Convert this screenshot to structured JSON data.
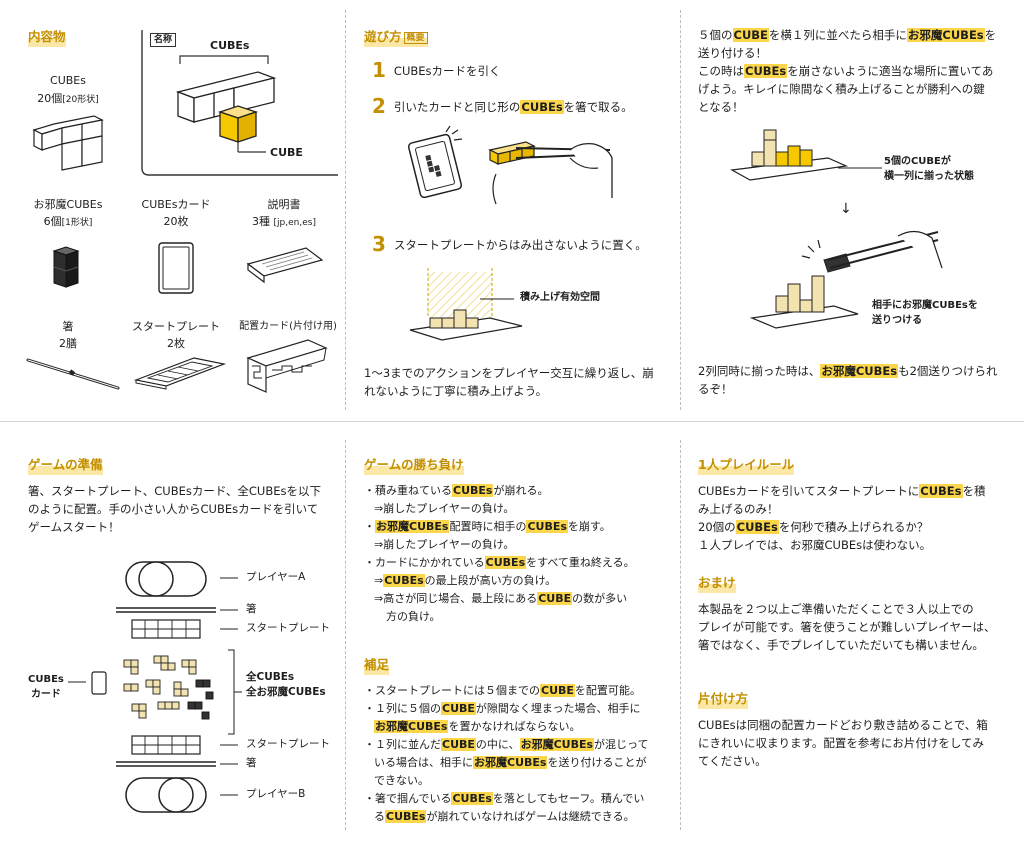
{
  "contents": {
    "heading": "内容物",
    "cubes_title": "CUBEs",
    "cubes_count": "20個",
    "cubes_count_sub": "[20形状]",
    "diagram_tag": "名称",
    "diagram_cubes": "CUBEs",
    "diagram_cube": "CUBE",
    "ojama_title": "お邪魔CUBEs",
    "ojama_count": "6個",
    "ojama_count_sub": "[1形状]",
    "cards_title": "CUBEsカード",
    "cards_count": "20枚",
    "manual_title": "説明書",
    "manual_count": "3種",
    "manual_count_sub": "[jp,en,es]",
    "chopsticks_title": "箸",
    "chopsticks_count": "2膳",
    "plate_title": "スタートプレート",
    "plate_count": "2枚",
    "placecard_title": "配置カード(片付け用)"
  },
  "howto": {
    "heading": "遊び方",
    "heading_tag": "概要",
    "step1_num": "1",
    "step1_text": "CUBEsカードを引く",
    "step2_num": "2",
    "step2_text": "引いたカードと同じ形の",
    "step2_hl": "CUBEs",
    "step2_tail": "を箸で取る。",
    "step3_num": "3",
    "step3_text": "スタートプレートからはみ出さないように置く。",
    "space_label": "積み上げ有効空間",
    "summary_1": "1〜3までのアクションをプレイヤー交互に繰り返し、崩",
    "summary_2": "れないように丁寧に積み上げよう。"
  },
  "rules": {
    "p1_a": "５個の",
    "p1_hl1": "CUBE",
    "p1_b": "を横１列に並べたら相手に",
    "p1_hl2": "お邪魔CUBEs",
    "p1_c": "を",
    "p1_d": "送り付ける！",
    "p2_a": "この時は",
    "p2_hl": "CUBEs",
    "p2_b": "を崩さないように適当な場所に置いてあ",
    "p2_c": "げよう。キレイに隙間なく積み上げることが勝利への鍵",
    "p2_d": "となる！",
    "annot1_1": "5個のCUBEが",
    "annot1_2": "横一列に揃った状態",
    "arrow": "↓",
    "annot2_1": "相手にお邪魔CUBEsを",
    "annot2_2": "送りつける",
    "p3_a": "2列同時に揃った時は、",
    "p3_hl": "お邪魔CUBEs",
    "p3_b": "も2個送りつけられ",
    "p3_c": "るぞ！"
  },
  "setup": {
    "heading": "ゲームの準備",
    "text_1": "箸、スタートプレート、CUBEsカード、全CUBEsを以下",
    "text_2": "のように配置。手の小さい人からCUBEsカードを引いて",
    "text_3": "ゲームスタート！",
    "label_player_a": "プレイヤーA",
    "label_chop_top": "箸",
    "label_plate_top": "スタートプレート",
    "label_all_cubes": "全CUBEs",
    "label_all_ojama": "全お邪魔CUBEs",
    "label_plate_bottom": "スタートプレート",
    "label_chop_bottom": "箸",
    "label_player_b": "プレイヤーB",
    "label_cards_1": "CUBEs",
    "label_cards_2": "カード"
  },
  "winlose": {
    "heading": "ゲームの勝ち負け",
    "l1_a": "・積み重ねている",
    "l1_hl": "CUBEs",
    "l1_b": "が崩れる。",
    "l2": "⇒崩したプレイヤーの負け。",
    "l3_hl1": "お邪魔CUBEs",
    "l3_a": "配置時に相手の",
    "l3_hl2": "CUBEs",
    "l3_b": "を崩す。",
    "l4": "⇒崩したプレイヤーの負け。",
    "l5_a": "・カードにかかれている",
    "l5_hl": "CUBEs",
    "l5_b": "をすべて重ね終える。",
    "l6_a": "⇒",
    "l6_hl": "CUBEs",
    "l6_b": "の最上段が高い方の負け。",
    "l7_a": "⇒高さが同じ場合、最上段にある",
    "l7_hl": "CUBE",
    "l7_b": "の数が多い",
    "l8": "方の負け。"
  },
  "supplement": {
    "heading": "補足",
    "s1_a": "・スタートプレートには５個までの",
    "s1_hl": "CUBE",
    "s1_b": "を配置可能。",
    "s2_a": "・１列に５個の",
    "s2_hl": "CUBE",
    "s2_b": "が隙間なく埋まった場合、相手に",
    "s3_hl": "お邪魔CUBEs",
    "s3_b": "を置かなければならない。",
    "s4_a": "・１列に並んだ",
    "s4_hl1": "CUBE",
    "s4_b": "の中に、",
    "s4_hl2": "お邪魔CUBEs",
    "s4_c": "が混じって",
    "s5_a": "いる場合は、相手に",
    "s5_hl": "お邪魔CUBEs",
    "s5_b": "を送り付けることが",
    "s6": "できない。",
    "s7_a": "・箸で掴んでいる",
    "s7_hl": "CUBEs",
    "s7_b": "を落としてもセーフ。積んでい",
    "s8_a": "る",
    "s8_hl": "CUBEs",
    "s8_b": "が崩れていなければゲームは継続できる。"
  },
  "solo": {
    "heading": "1人プレイルール",
    "l1_a": "CUBEsカードを引いてスタートプレートに",
    "l1_hl": "CUBEs",
    "l1_b": "を積",
    "l2": "み上げるのみ！",
    "l3_a": "20個の",
    "l3_hl": "CUBEs",
    "l3_b": "を何秒で積み上げられるか？",
    "l4": "１人プレイでは、お邪魔CUBEsは使わない。"
  },
  "bonus": {
    "heading": "おまけ",
    "l1": "本製品を２つ以上ご準備いただくことで３人以上での",
    "l2": "プレイが可能です。箸を使うことが難しいプレイヤーは、",
    "l3": "箸ではなく、手でプレイしていただいても構いません。"
  },
  "cleanup": {
    "heading": "片付け方",
    "l1": "CUBEsは同梱の配置カードどおり敷き詰めることで、箱",
    "l2": "にきれいに収まります。配置を参考にお片付けをしてみ",
    "l3": "てください。"
  },
  "colors": {
    "accent": "#c48f00",
    "highlight": "#fbd54a",
    "cube_yellow": "#f5c800"
  }
}
